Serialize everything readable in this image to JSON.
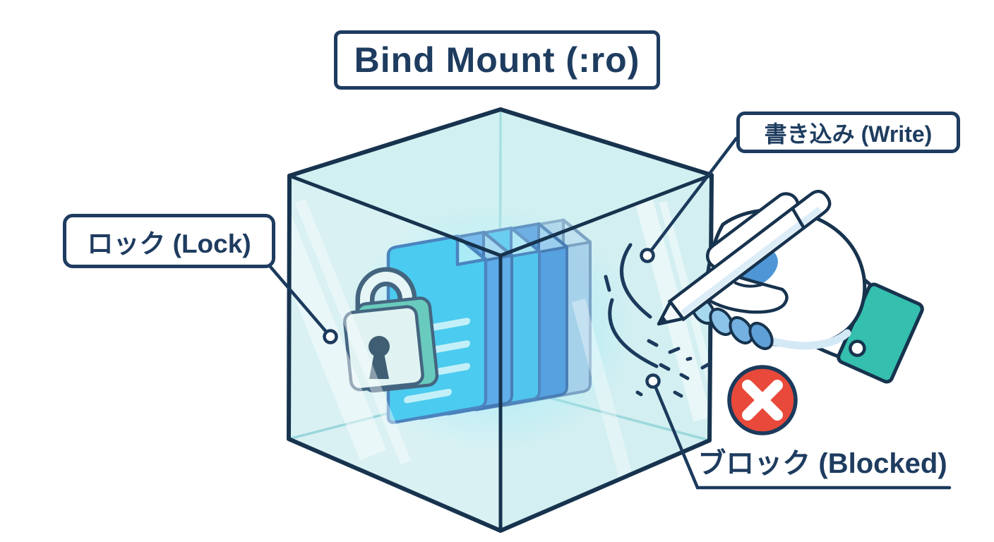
{
  "diagram": {
    "title": "Bind Mount (:ro)",
    "labels": {
      "lock": "ロック (Lock)",
      "write": "書き込み (Write)",
      "blocked": "ブロック (Blocked)"
    },
    "icons": {
      "cube": "glass-cube",
      "documents": "document-stack",
      "lock": "padlock-icon",
      "hand": "hand-with-pen-icon",
      "blocked": "blocked-x-icon",
      "callout_dots": "connector-dot"
    },
    "colors": {
      "outline_navy": "#1b3a5c",
      "cube_tint": "#ddf3f4",
      "document_cyan": "#25c2f0",
      "document_blue": "#3a8fe2",
      "lock_teal": "#4cc2ae",
      "cuff_teal": "#35bfae",
      "blocked_red": "#e8493a"
    }
  }
}
